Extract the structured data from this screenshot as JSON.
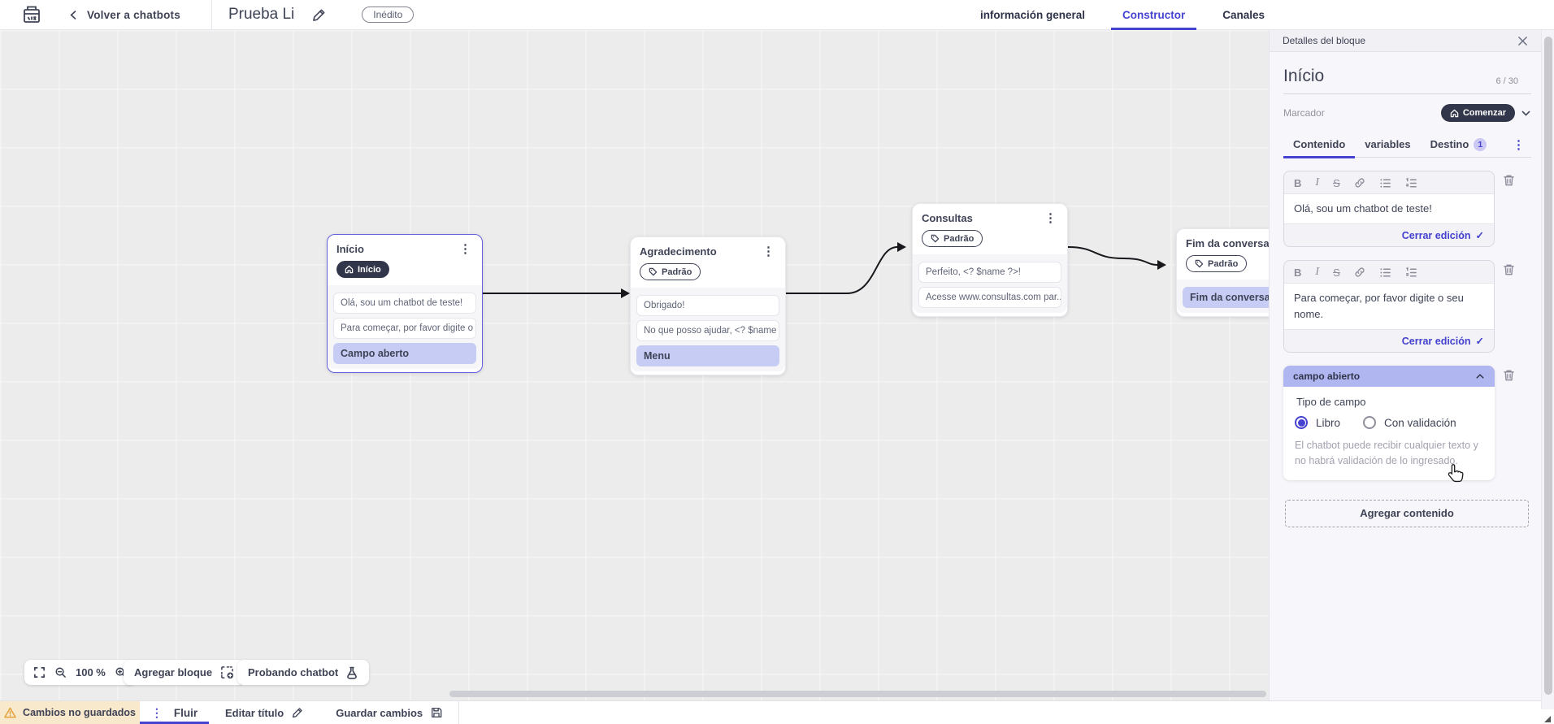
{
  "topbar": {
    "back_label": "Volver a chatbots",
    "title": "Prueba Li",
    "status_badge": "Inédito",
    "tabs": [
      {
        "label": "información general",
        "active": false
      },
      {
        "label": "Constructor",
        "active": true
      },
      {
        "label": "Canales",
        "active": false
      }
    ]
  },
  "canvas": {
    "zoom_level": "100 %",
    "add_block_label": "Agregar bloque",
    "test_chatbot_label": "Probando chatbot",
    "nodes": [
      {
        "title": "Início",
        "badge": "Início",
        "badge_style": "dark-home",
        "selected": true,
        "rows": [
          {
            "text": "Olá, sou um chatbot de teste!",
            "highlight": false
          },
          {
            "text": "Para começar, por favor digite o ...",
            "highlight": false
          },
          {
            "text": "Campo aberto",
            "highlight": true
          }
        ]
      },
      {
        "title": "Agradecimento",
        "badge": "Padrão",
        "badge_style": "outline-tag",
        "selected": false,
        "rows": [
          {
            "text": "Obrigado!",
            "highlight": false
          },
          {
            "text": "No que posso ajudar, <? $name ...",
            "highlight": false
          },
          {
            "text": "Menu",
            "highlight": true
          }
        ]
      },
      {
        "title": "Consultas",
        "badge": "Padrão",
        "badge_style": "outline-tag",
        "selected": false,
        "rows": [
          {
            "text": "Perfeito, <? $name ?>!",
            "highlight": false
          },
          {
            "text": "Acesse www.consultas.com par...",
            "highlight": false
          }
        ]
      },
      {
        "title": "Fim da conversa",
        "badge": "Padrão",
        "badge_style": "outline-tag",
        "selected": false,
        "rows": [
          {
            "text": "Fim da conversa",
            "highlight": true
          }
        ]
      }
    ]
  },
  "panel": {
    "header": "Detalles del bloque",
    "block_name": "Início",
    "name_counter": "6 / 30",
    "marker_label": "Marcador",
    "marker_value": "Comenzar",
    "tabs": [
      {
        "label": "Contenido",
        "active": true
      },
      {
        "label": "variables",
        "active": false
      },
      {
        "label": "Destino",
        "active": false,
        "badge": "1"
      }
    ],
    "toolbar": {
      "bold": "B",
      "italic": "I",
      "strike": "S"
    },
    "editors": [
      {
        "text": "Olá, sou um chatbot de teste!",
        "close_label": "Cerrar edición",
        "check": "✓"
      },
      {
        "text": "Para começar, por favor digite o seu nome.",
        "close_label": "Cerrar edición",
        "check": "✓"
      }
    ],
    "open_field": {
      "header": "campo abierto",
      "type_label": "Tipo de campo",
      "options": [
        {
          "label": "Libro",
          "selected": true
        },
        {
          "label": "Con validación",
          "selected": false
        }
      ],
      "help": "El chatbot puede recibir cualquier texto y no habrá validación de lo ingresado."
    },
    "add_content_label": "Agregar contenido"
  },
  "statusbar": {
    "warning": "Cambios no guardados",
    "tab_fluir": "Fluir",
    "edit_title_label": "Editar título",
    "save_label": "Guardar cambios"
  },
  "colors": {
    "accent": "#4543cf",
    "selected_node_border": "#6360de",
    "row_highlight": "#c7ccf5",
    "field_header": "#b0b6ef",
    "dark_badge": "#31364a",
    "warning_bg": "#f8e8cc",
    "warning_icon": "#e3a23c"
  }
}
